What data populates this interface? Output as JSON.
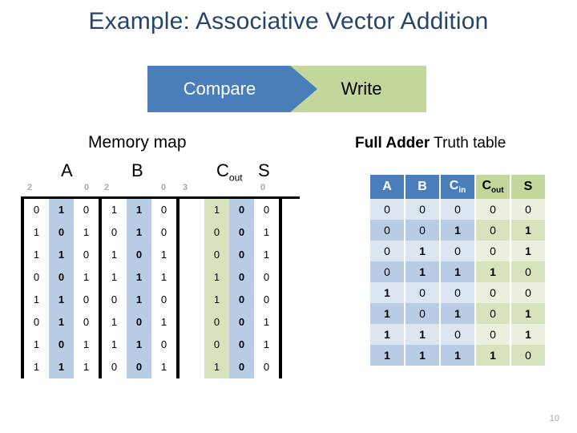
{
  "slide": {
    "title": "Example: Associative Vector Addition",
    "page_number": "10"
  },
  "banner": {
    "compare_label": "Compare",
    "write_label": "Write",
    "compare_color": "#4a7ebb",
    "write_color": "#c3d69b",
    "compare_text_color": "#ffffff",
    "write_text_color": "#000000"
  },
  "memory_map": {
    "heading": "Memory map",
    "group_labels": {
      "a": "A",
      "b": "B",
      "cout": "C",
      "cout_sub": "out",
      "s": "S"
    },
    "bit_indices": {
      "a_high": "2",
      "a_low": "0",
      "b_high": "2",
      "b_low": "0",
      "c_high": "3",
      "c_low": "0"
    },
    "rows": [
      {
        "a": [
          "0",
          "1",
          "0"
        ],
        "b": [
          "1",
          "1",
          "0"
        ],
        "c": [
          "",
          "1",
          "0",
          "0"
        ]
      },
      {
        "a": [
          "1",
          "0",
          "1"
        ],
        "b": [
          "0",
          "1",
          "0"
        ],
        "c": [
          "",
          "0",
          "0",
          "1"
        ]
      },
      {
        "a": [
          "1",
          "1",
          "0"
        ],
        "b": [
          "1",
          "0",
          "1"
        ],
        "c": [
          "",
          "0",
          "0",
          "1"
        ]
      },
      {
        "a": [
          "0",
          "0",
          "1"
        ],
        "b": [
          "1",
          "1",
          "1"
        ],
        "c": [
          "",
          "1",
          "0",
          "0"
        ]
      },
      {
        "a": [
          "1",
          "1",
          "0"
        ],
        "b": [
          "0",
          "1",
          "0"
        ],
        "c": [
          "",
          "1",
          "0",
          "0"
        ]
      },
      {
        "a": [
          "0",
          "1",
          "0"
        ],
        "b": [
          "1",
          "0",
          "1"
        ],
        "c": [
          "",
          "0",
          "0",
          "1"
        ]
      },
      {
        "a": [
          "1",
          "0",
          "1"
        ],
        "b": [
          "1",
          "1",
          "0"
        ],
        "c": [
          "",
          "0",
          "0",
          "1"
        ]
      },
      {
        "a": [
          "1",
          "1",
          "1"
        ],
        "b": [
          "0",
          "0",
          "1"
        ],
        "c": [
          "",
          "1",
          "0",
          "0"
        ]
      }
    ],
    "highlight_color": "#b8cce4",
    "carry_color": "#d6e3bc"
  },
  "truth_table": {
    "heading_bold": "Full Adder",
    "heading_rest": " Truth table",
    "headers": [
      "A",
      "B",
      "C",
      "C",
      "S"
    ],
    "header_subs": [
      "",
      "",
      "in",
      "out",
      ""
    ],
    "rows": [
      [
        "0",
        "0",
        "0",
        "0",
        "0"
      ],
      [
        "0",
        "0",
        "1",
        "0",
        "1"
      ],
      [
        "0",
        "1",
        "0",
        "0",
        "1"
      ],
      [
        "0",
        "1",
        "1",
        "1",
        "0"
      ],
      [
        "1",
        "0",
        "0",
        "0",
        "0"
      ],
      [
        "1",
        "0",
        "1",
        "0",
        "1"
      ],
      [
        "1",
        "1",
        "0",
        "0",
        "1"
      ],
      [
        "1",
        "1",
        "1",
        "1",
        "0"
      ]
    ],
    "input_header_color": "#4a7ebb",
    "output_header_color": "#c3d69b"
  }
}
